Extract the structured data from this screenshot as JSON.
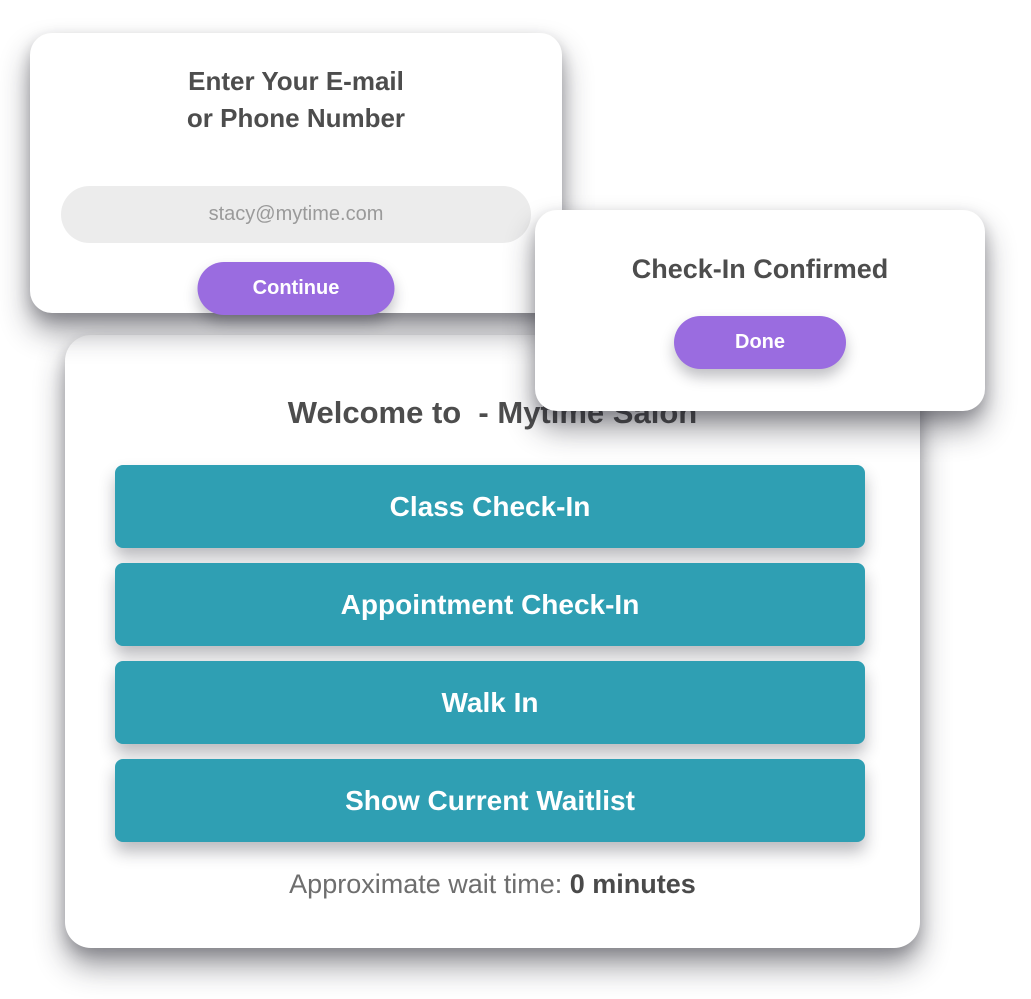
{
  "colors": {
    "purple": "#9a6ce0",
    "teal": "#2f9fb3",
    "title-text": "#4d4d4d"
  },
  "email_card": {
    "title_line1": "Enter Your E-mail",
    "title_line2": "or Phone Number",
    "input_placeholder": "stacy@mytime.com",
    "continue_label": "Continue"
  },
  "confirm_card": {
    "title": "Check-In Confirmed",
    "done_label": "Done"
  },
  "main_card": {
    "title": "Welcome to  - Mytime Salon",
    "buttons": [
      {
        "label": "Class Check-In"
      },
      {
        "label": "Appointment Check-In"
      },
      {
        "label": "Walk In"
      },
      {
        "label": "Show Current Waitlist"
      }
    ],
    "wait_label": "Approximate wait time: ",
    "wait_value": "0 minutes"
  }
}
